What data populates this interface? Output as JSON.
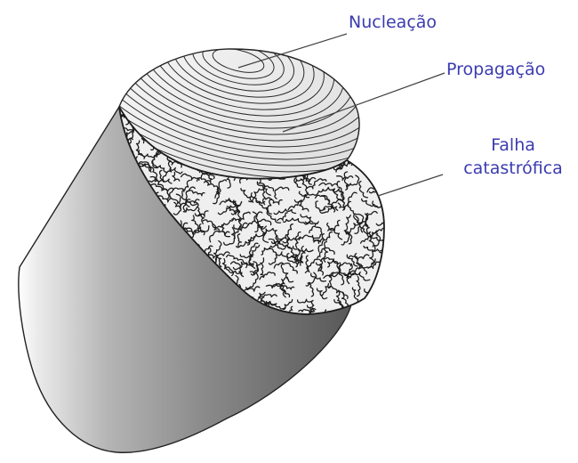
{
  "diagram": {
    "subject": "fatigue fracture surface of a cylindrical shaft",
    "label_color": "#3b3bb0",
    "labels": {
      "nucleation": "Nucleação",
      "propagation": "Propagação",
      "failure_line1": "Falha",
      "failure_line2": "catastrófica"
    }
  }
}
